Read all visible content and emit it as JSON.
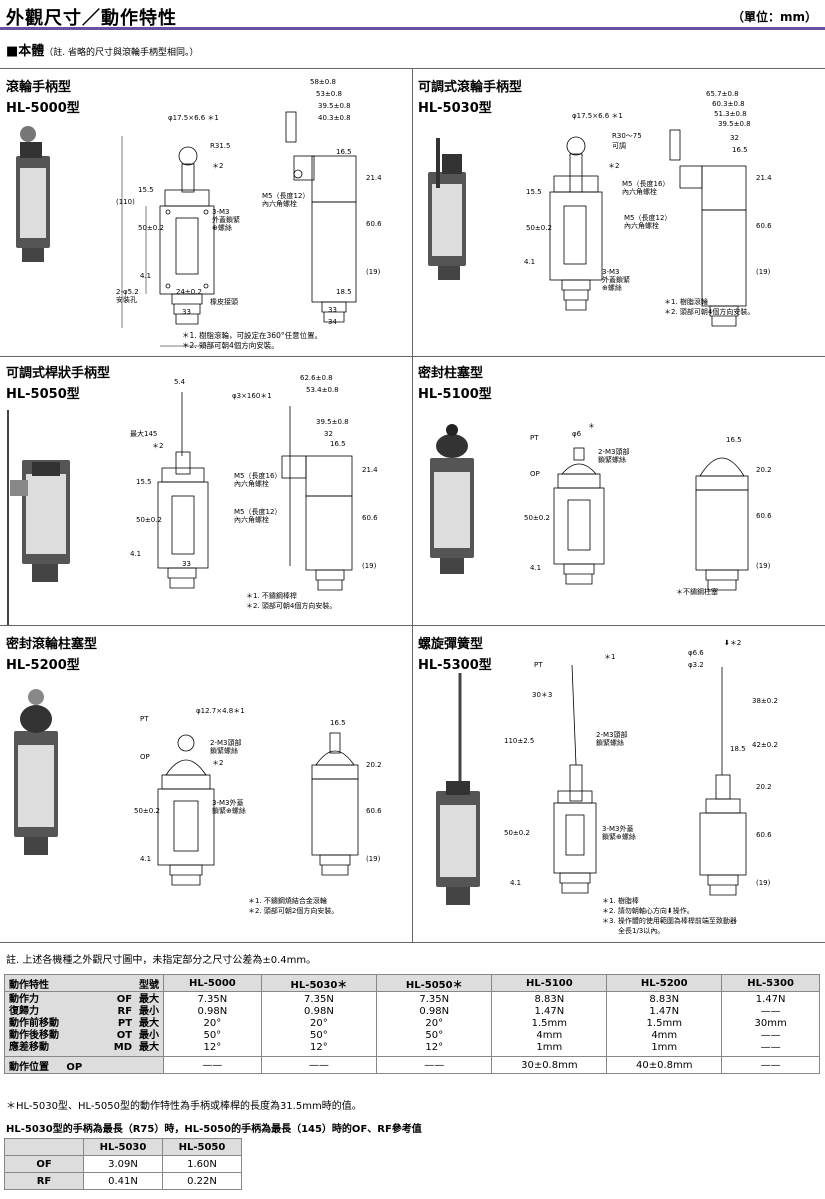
{
  "header": {
    "title": "外觀尺寸／動作特性",
    "unit": "（單位：mm）"
  },
  "section": {
    "title": "■本體",
    "note": "（註. 省略的尺寸與滾輪手柄型相同。）"
  },
  "models": [
    {
      "name": "滾輪手柄型",
      "model": "HL-5000型",
      "notes": [
        "＊1. 樹脂滾輪，可設定在360°任意位置。",
        "＊2. 頭部可朝4個方向安裝。"
      ],
      "labels": [
        "φ17.5×6.6 ＊1",
        "R31.5",
        "＊2",
        "15.5",
        "(110)",
        "50±0.2",
        "3-M3",
        "外蓋鎖緊",
        "⊕螺絲",
        "4.1",
        "2-φ5.2",
        "安裝孔",
        "24±0.2",
        "33",
        "橡皮接頭",
        "58±0.8",
        "53±0.8",
        "39.5±0.8",
        "40.3±0.8",
        "16.5",
        "21.4",
        "60.6",
        "(19)",
        "M5（長度12）",
        "內六角螺栓",
        "18.5",
        "33",
        "34"
      ]
    },
    {
      "name": "可調式滾輪手柄型",
      "model": "HL-5030型",
      "notes": [
        "＊1. 樹脂滾輪",
        "＊2. 頭部可朝4個方向安裝。"
      ],
      "labels": [
        "φ17.5×6.6 ＊1",
        "R30～75",
        "可調",
        "＊2",
        "15.5",
        "50±0.2",
        "4.1",
        "3-M3",
        "外蓋鎖緊",
        "⊕螺絲",
        "65.7±0.8",
        "60.3±0.8",
        "51.3±0.8",
        "39.5±0.8",
        "32",
        "16.5",
        "M5（長度16）",
        "內六角螺栓",
        "M5（長度12）",
        "內六角螺栓",
        "21.4",
        "60.6",
        "(19)"
      ]
    },
    {
      "name": "可調式桿狀手柄型",
      "model": "HL-5050型",
      "notes": [
        "＊1. 不鏽鋼棒桿",
        "＊2. 頭部可朝4個方向安裝。"
      ],
      "labels": [
        "5.4",
        "最大145",
        "＊2",
        "15.5",
        "50±0.2",
        "4.1",
        "33",
        "φ3×160＊1",
        "62.6±0.8",
        "53.4±0.8",
        "39.5±0.8",
        "32",
        "16.5",
        "M5（長度16）",
        "內六角螺栓",
        "M5（長度12）",
        "內六角螺栓",
        "21.4",
        "60.6",
        "(19)"
      ]
    },
    {
      "name": "密封柱塞型",
      "model": "HL-5100型",
      "notes": [
        "＊不鏽鋼柱塞"
      ],
      "labels": [
        "φ6",
        "＊",
        "PT",
        "OP",
        "2-M3頭部",
        "鎖緊螺絲",
        "50±0.2",
        "4.1",
        "16.5",
        "20.2",
        "60.6",
        "(19)"
      ]
    },
    {
      "name": "密封滾輪柱塞型",
      "model": "HL-5200型",
      "notes": [
        "＊1. 不鏽鋼燒結合金滾輪",
        "＊2. 頭部可朝2個方向安裝。"
      ],
      "labels": [
        "PT",
        "φ12.7×4.8＊1",
        "OP",
        "2-M3頭部",
        "鎖緊螺絲",
        "＊2",
        "3-M3外蓋",
        "鎖緊⊕螺絲",
        "50±0.2",
        "4.1",
        "16.5",
        "20.2",
        "60.6",
        "(19)"
      ]
    },
    {
      "name": "螺旋彈簧型",
      "model": "HL-5300型",
      "notes": [
        "＊1. 樹脂棒",
        "＊2. 請勿朝軸心方向⬇操作。",
        "＊3. 操作體的使用範圍為棒桿前端至致動器",
        "全長1/3以內。"
      ],
      "labels": [
        "PT",
        "＊1",
        "30＊3",
        "110±2.5",
        "2-M3頭部",
        "鎖緊螺絲",
        "3-M3外蓋",
        "鎖緊⊕螺絲",
        "50±0.2",
        "4.1",
        "⬇＊2",
        "φ6.6",
        "φ3.2",
        "38±0.2",
        "42±0.2",
        "18.5",
        "20.2",
        "60.6",
        "(19)"
      ]
    }
  ],
  "tolerance_note": "註. 上述各機種之外觀尺寸圖中，未指定部分之尺寸公差為±0.4mm。",
  "spec_table": {
    "header_left": "動作特性",
    "header_type": "型號",
    "columns": [
      "HL-5000",
      "HL-5030＊",
      "HL-5050＊",
      "HL-5100",
      "HL-5200",
      "HL-5300"
    ],
    "rows": [
      {
        "label": "動作力",
        "abbr": "OF",
        "cond": "最大",
        "values": [
          "7.35N",
          "7.35N",
          "7.35N",
          "8.83N",
          "8.83N",
          "1.47N"
        ]
      },
      {
        "label": "復歸力",
        "abbr": "RF",
        "cond": "最小",
        "values": [
          "0.98N",
          "0.98N",
          "0.98N",
          "1.47N",
          "1.47N",
          "——"
        ]
      },
      {
        "label": "動作前移動",
        "abbr": "PT",
        "cond": "最大",
        "values": [
          "20°",
          "20°",
          "20°",
          "1.5mm",
          "1.5mm",
          "30mm"
        ]
      },
      {
        "label": "動作後移動",
        "abbr": "OT",
        "cond": "最小",
        "values": [
          "50°",
          "50°",
          "50°",
          "4mm",
          "4mm",
          "——"
        ]
      },
      {
        "label": "應差移動",
        "abbr": "MD",
        "cond": "最大",
        "values": [
          "12°",
          "12°",
          "12°",
          "1mm",
          "1mm",
          "——"
        ]
      }
    ],
    "position_row": {
      "label": "動作位置",
      "abbr": "OP",
      "values": [
        "——",
        "——",
        "——",
        "30±0.8mm",
        "40±0.8mm",
        "——"
      ]
    }
  },
  "footnote": "＊HL-5030型、HL-5050型的動作特性為手柄或棒桿的長度為31.5mm時的值。",
  "ref_title": "HL-5030型的手柄為最長（R75）時，HL-5050的手柄為最長（145）時的OF、RF參考值",
  "ref_table": {
    "columns": [
      "HL-5030",
      "HL-5050"
    ],
    "rows": [
      {
        "label": "OF",
        "values": [
          "3.09N",
          "1.60N"
        ]
      },
      {
        "label": "RF",
        "values": [
          "0.41N",
          "0.22N"
        ]
      }
    ]
  }
}
